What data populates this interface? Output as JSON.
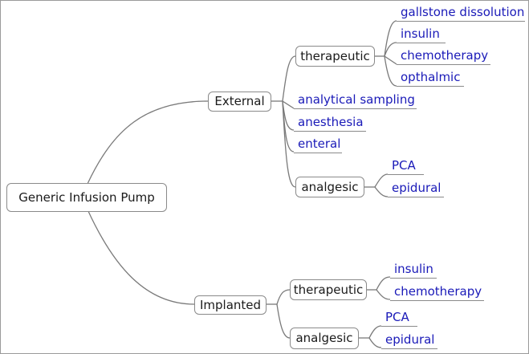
{
  "map": {
    "root": "Generic Infusion Pump",
    "external": {
      "label": "External",
      "therapeutic": {
        "label": "therapeutic",
        "children": [
          "gallstone dissolution",
          "insulin",
          "chemotherapy",
          "opthalmic"
        ]
      },
      "analytical_sampling": "analytical sampling",
      "anesthesia": "anesthesia",
      "enteral": "enteral",
      "analgesic": {
        "label": "analgesic",
        "children": [
          "PCA",
          "epidural"
        ]
      }
    },
    "implanted": {
      "label": "Implanted",
      "therapeutic": {
        "label": "therapeutic",
        "children": [
          "insulin",
          "chemotherapy"
        ]
      },
      "analgesic": {
        "label": "analgesic",
        "children": [
          "PCA",
          "epidural"
        ]
      }
    }
  }
}
